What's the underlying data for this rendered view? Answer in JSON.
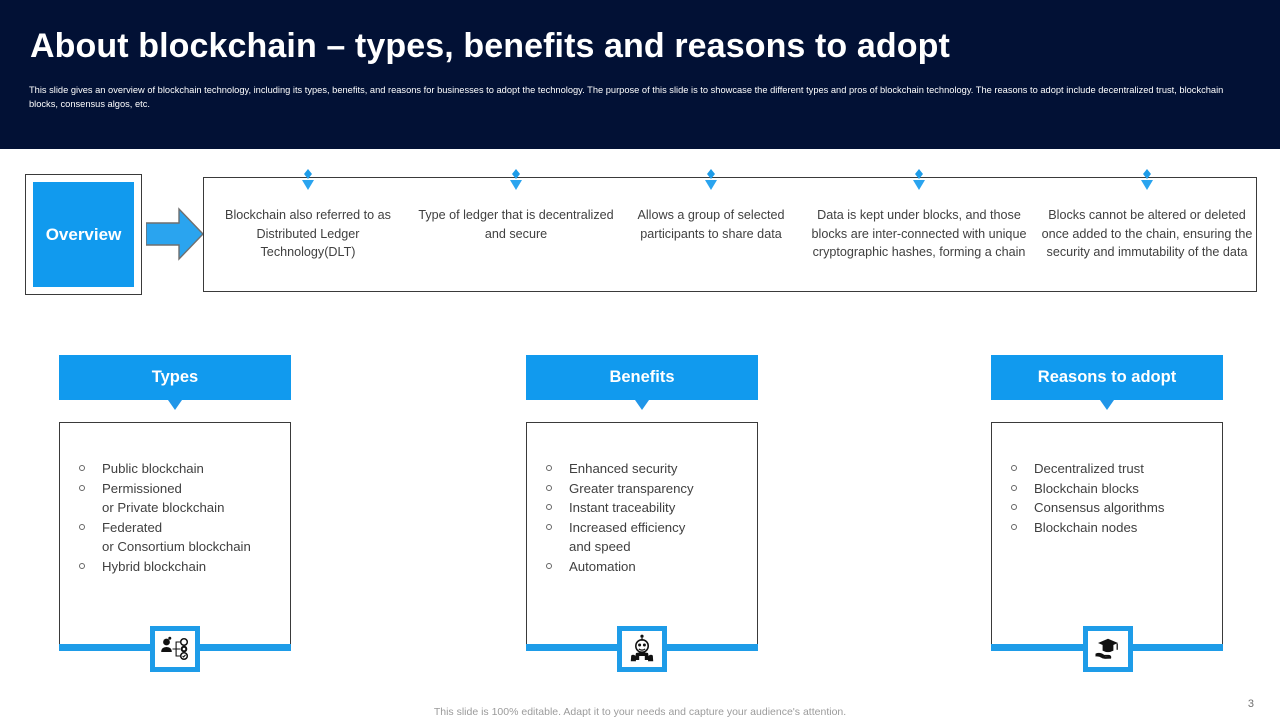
{
  "header": {
    "title": "About blockchain – types, benefits and reasons to adopt",
    "subtitle": "This slide gives an overview of blockchain technology, including its types, benefits, and reasons for businesses to adopt the technology. The purpose of this slide is to showcase the different types and pros of blockchain technology. The reasons to adopt include decentralized trust, blockchain blocks, consensus algos, etc.",
    "background_color": "#021135",
    "text_color": "#ffffff"
  },
  "overview": {
    "badge_label": "Overview",
    "badge_color": "#119aee",
    "arrow_icon": "right-arrow-icon",
    "items": [
      {
        "text": "Blockchain also referred to as Distributed Ledger Technology(DLT)"
      },
      {
        "text": "Type of ledger that is decentralized and secure"
      },
      {
        "text": "Allows a group of selected participants to share data"
      },
      {
        "text": "Data is kept under blocks, and those blocks are inter-connected with unique cryptographic hashes, forming a chain"
      },
      {
        "text": "Blocks cannot be altered or deleted once added to the chain, ensuring the security and immutability of the data"
      }
    ]
  },
  "columns": [
    {
      "title": "Types",
      "icon": "network-people-icon",
      "items": [
        "Public blockchain",
        "Permissioned\nor Private blockchain",
        "Federated\nor Consortium blockchain",
        "Hybrid blockchain"
      ]
    },
    {
      "title": "Benefits",
      "icon": "robot-icon",
      "items": [
        "Enhanced security",
        "Greater transparency",
        "Instant traceability",
        "Increased efficiency\nand speed",
        "Automation"
      ]
    },
    {
      "title": "Reasons to adopt",
      "icon": "hand-holding-graduation-cap-icon",
      "items": [
        "Decentralized trust",
        "Blockchain blocks",
        "Consensus algorithms",
        "Blockchain nodes"
      ]
    }
  ],
  "footer": {
    "note": "This slide is 100% editable. Adapt it to your needs and capture your audience's attention.",
    "page_number": "3"
  },
  "theme": {
    "accent_blue": "#119aee",
    "rail_blue": "#1e9ce8",
    "dark_navy": "#021135",
    "body_text": "#404040"
  }
}
